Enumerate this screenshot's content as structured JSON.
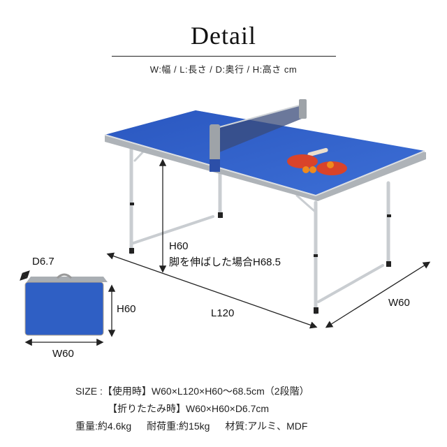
{
  "header": {
    "title": "Detail",
    "legend": "W:幅 / L:長さ / D:奥行 / H:高さ cm"
  },
  "illustration": {
    "table_color": "#2f5fc4",
    "frame_color": "#b8bcc0",
    "paddle_color": "#d9432a",
    "ball_color": "#f08a1c",
    "height_label_1": "H60",
    "height_label_2": "脚を伸ばした場合H68.5",
    "length_label": "L120",
    "width_label": "W60"
  },
  "folded": {
    "depth_label": "D6.7",
    "height_label": "H60",
    "width_label": "W60"
  },
  "specs": {
    "size_prefix": "SIZE :",
    "in_use": "【使用時】W60×L120×H60〜68.5cm（2段階）",
    "folded": "【折りたたみ時】W60×H60×D6.7cm",
    "weight": "重量:約4.6kg",
    "load": "耐荷重:約15kg",
    "material": "材質:アルミ、MDF"
  }
}
